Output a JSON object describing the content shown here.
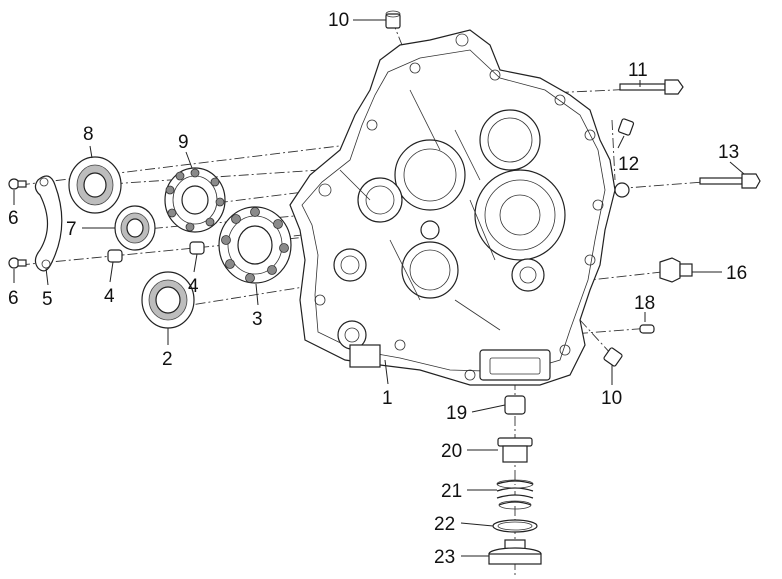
{
  "callouts": {
    "c1": "1",
    "c2": "2",
    "c3": "3",
    "c4a": "4",
    "c4b": "4",
    "c5": "5",
    "c6a": "6",
    "c6b": "6",
    "c7": "7",
    "c8": "8",
    "c9": "9",
    "c10a": "10",
    "c10b": "10",
    "c11": "11",
    "c12": "12",
    "c13": "13",
    "c16": "16",
    "c18": "18",
    "c19": "19",
    "c20": "20",
    "c21": "21",
    "c22": "22",
    "c23": "23"
  }
}
